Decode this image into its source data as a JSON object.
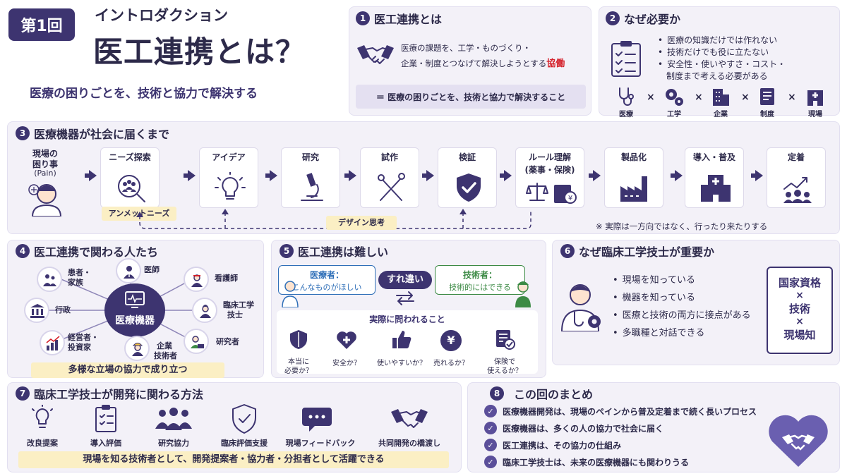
{
  "header": {
    "episode_badge": "第1回",
    "subtitle": "イントロダクション",
    "title": "医工連携とは？",
    "tagline": "医療の困りごとを、技術と協力で解決する"
  },
  "s1": {
    "num": "1",
    "title": "医工連携とは",
    "line1": "医療の課題を、工学・ものづくり・",
    "line2": "企業・制度とつなげて解決しようとする",
    "highlight": "協働",
    "summary": "＝ 医療の困りごとを、技術と協力で解決すること"
  },
  "s2": {
    "num": "2",
    "title": "なぜ必要か",
    "bullets": [
      "医療の知識だけでは作れない",
      "技術だけでも役に立たない",
      "安全性・使いやすさ・コスト・",
      "制度まで考える必要がある"
    ],
    "items": [
      "医療",
      "工学",
      "企業",
      "制度",
      "現場"
    ],
    "times": "×"
  },
  "s3": {
    "num": "3",
    "title": "医療機器が社会に届くまで",
    "step1": [
      "現場の",
      "困り事",
      "(Pain)"
    ],
    "steps": [
      "ニーズ探索",
      "アイデア",
      "研究",
      "試作",
      "検証"
    ],
    "rule": [
      "ルール理解",
      "(薬事・保険)"
    ],
    "steps2": [
      "製品化",
      "導入・普及",
      "定着"
    ],
    "unmet": "アンメットニーズ",
    "design": "デザイン思考",
    "note": "※ 実際は一方向ではなく、行ったり来たりする"
  },
  "s4": {
    "num": "4",
    "title": "医工連携で関わる人たち",
    "center": "医療機器",
    "nodes": {
      "patient": [
        "患者・",
        "家族"
      ],
      "doctor": "医師",
      "nurse": "看護師",
      "admin": "行政",
      "ce": [
        "臨床工学",
        "技士"
      ],
      "manager": [
        "経営者・",
        "投資家"
      ],
      "engineer": [
        "企業",
        "技術者"
      ],
      "researcher": "研究者"
    },
    "bar": "多様な立場の協力で成り立つ"
  },
  "s5": {
    "num": "5",
    "title": "医工連携は難しい",
    "med_role": "医療者：",
    "med_say": "こんなものがほしい",
    "tech_role": "技術者：",
    "tech_say": "技術的にはできる",
    "mismatch": "すれ違い",
    "sub": "実際に問われること",
    "qs": [
      [
        "本当に",
        "必要か？"
      ],
      [
        "安全か？"
      ],
      [
        "使いやすいか？"
      ],
      [
        "売れるか？"
      ],
      [
        "保険で",
        "使えるか？"
      ]
    ],
    "yen": "¥"
  },
  "s6": {
    "num": "6",
    "title": "なぜ臨床工学技士が重要か",
    "bullets": [
      "現場を知っている",
      "機器を知っている",
      "医療と技術の両方に接点がある",
      "多職種と対話できる"
    ],
    "box": [
      "国家資格",
      "×",
      "技術",
      "×",
      "現場知"
    ]
  },
  "s7": {
    "num": "7",
    "title": "臨床工学技士が開発に関わる方法",
    "items": [
      "改良提案",
      "導入評価",
      "研究協力",
      "臨床評価支援",
      "現場フィードバック",
      "共同開発の橋渡し"
    ],
    "bar": "現場を知る技術者として、開発提案者・協力者・分担者として活躍できる"
  },
  "s8": {
    "num": "8",
    "title": "この回のまとめ",
    "items": [
      "医療機器開発は、現場のペインから普及定着まで続く長いプロセス",
      "医療機器は、多くの人の協力で社会に届く",
      "医工連携は、その協力の仕組み",
      "臨床工学技士は、未来の医療機器にも関わりうる"
    ]
  },
  "colors": {
    "navy": "#3d3470",
    "panel": "#f3f1f8",
    "highlight": "#d4202a",
    "bar": "#fbefc4",
    "med_blue": "#2f6fb8",
    "tech_green": "#3c8a45"
  }
}
